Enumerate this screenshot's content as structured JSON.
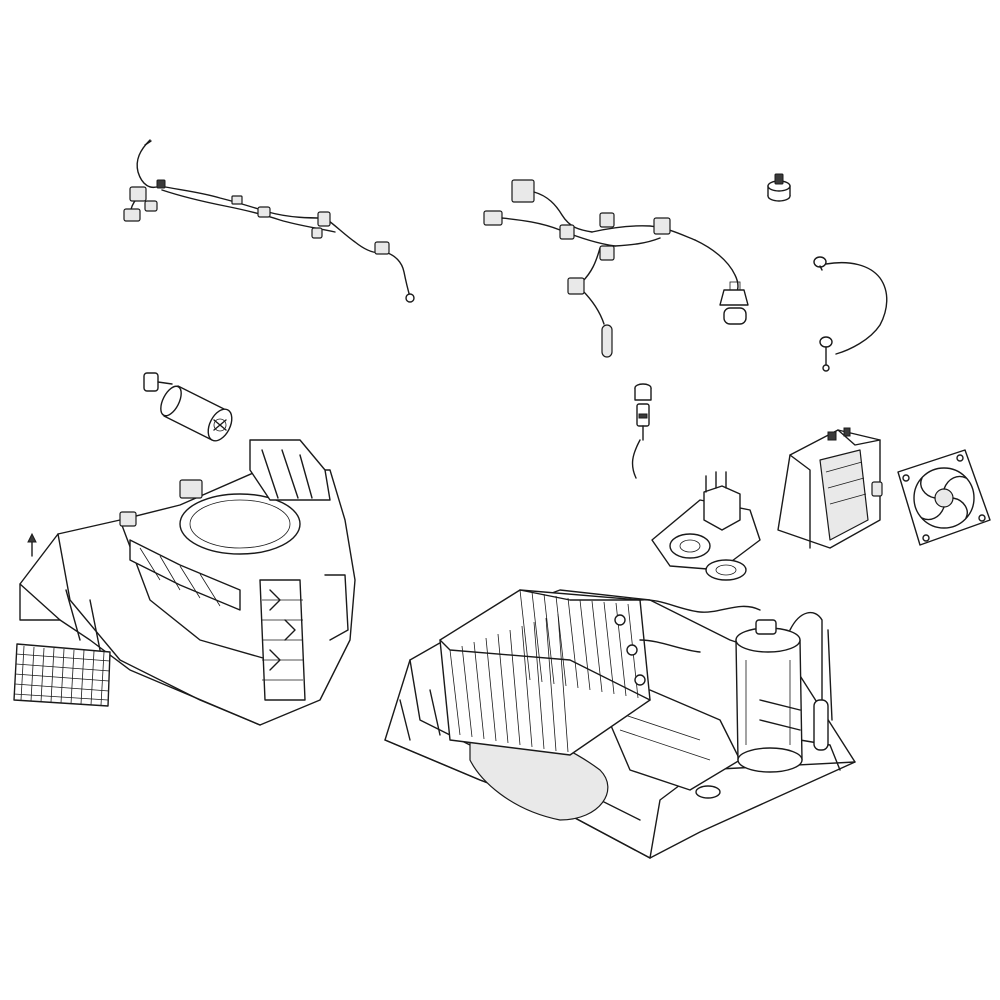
{
  "diagram": {
    "parts": [
      {
        "id": "wire-harness-left",
        "label": ""
      },
      {
        "id": "wire-harness-right",
        "label": ""
      },
      {
        "id": "knob",
        "label": ""
      },
      {
        "id": "thermistor-sensor",
        "label": ""
      },
      {
        "id": "capacitor",
        "label": ""
      },
      {
        "id": "drain-plug",
        "label": ""
      },
      {
        "id": "upper-housing",
        "label": ""
      },
      {
        "id": "air-filter",
        "label": ""
      },
      {
        "id": "electrical-control-box",
        "label": ""
      },
      {
        "id": "cooling-fan",
        "label": ""
      },
      {
        "id": "pump-assembly",
        "label": ""
      },
      {
        "id": "base-pan-assembly",
        "label": ""
      },
      {
        "id": "evaporator-coil",
        "label": ""
      },
      {
        "id": "compressor",
        "label": ""
      }
    ]
  }
}
